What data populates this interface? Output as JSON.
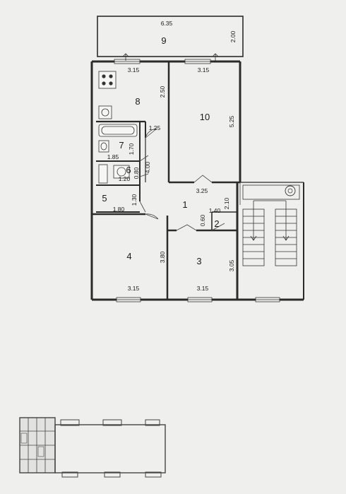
{
  "rooms": [
    {
      "id": "9",
      "number": "9"
    },
    {
      "id": "8",
      "number": "8"
    },
    {
      "id": "10",
      "number": "10"
    },
    {
      "id": "7",
      "number": "7"
    },
    {
      "id": "6",
      "number": "6"
    },
    {
      "id": "5",
      "number": "5"
    },
    {
      "id": "1",
      "number": "1"
    },
    {
      "id": "2",
      "number": "2"
    },
    {
      "id": "4",
      "number": "4"
    },
    {
      "id": "3",
      "number": "3"
    }
  ],
  "dimensions": {
    "balcony_length": "6.35",
    "balcony_depth": "2.00",
    "kitchen_width": "3.15",
    "kitchen_depth": "2.50",
    "room10_width": "3.15",
    "room10_depth": "5.25",
    "bath_width": "1.25",
    "bath_depth": "1.70",
    "room7_width": "1.85",
    "corridor_left": "4.00",
    "wc_depth": "0.80",
    "wc_width": "1.20",
    "room5_depth": "1.30",
    "room5_width": "1.80",
    "hall_width": "3.25",
    "room2_depth": "2.10",
    "room2_width": "1.40",
    "room2_small": "0.60",
    "room4_depth": "3.80",
    "room4_width": "3.15",
    "room3_width": "3.15",
    "room3_depth": "3.05"
  }
}
